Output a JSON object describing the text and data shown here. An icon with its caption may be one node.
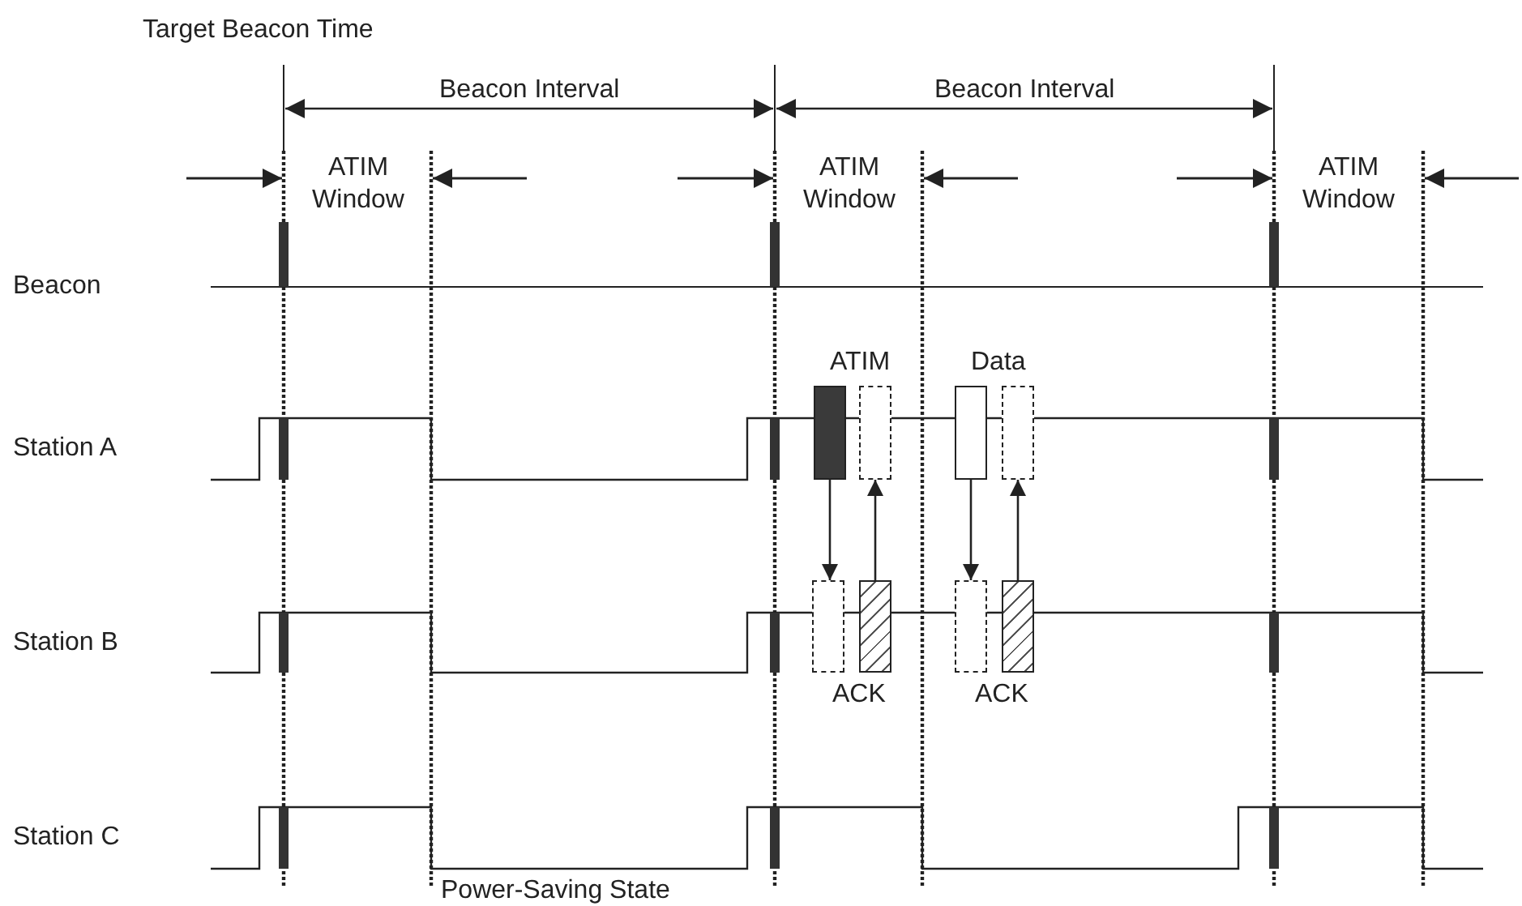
{
  "diagram": {
    "nodes": [
      {
        "text": [
          "ATIM"
        ]
      },
      {
        "text": [],
        "shape": "box"
      },
      {
        "text": [
          "Data"
        ]
      },
      {
        "text": [],
        "shape": "box"
      },
      {
        "text": [],
        "shape": "box"
      },
      {
        "text": [
          "ACK"
        ]
      },
      {
        "text": [],
        "shape": "box"
      },
      {
        "text": [
          "ACK"
        ]
      }
    ],
    "edges": [
      {
        "from": 0,
        "to": 4,
        "arrow": "to"
      },
      {
        "from": 5,
        "to": 1,
        "arrow": "to"
      },
      {
        "from": 2,
        "to": 6,
        "arrow": "to"
      },
      {
        "from": 7,
        "to": 3,
        "arrow": "to"
      }
    ],
    "labels": [
      "Target Beacon Time",
      "Beacon Interval",
      "Beacon Interval",
      "ATIM Window",
      "ATIM Window",
      "ATIM Window",
      "Beacon",
      "Station A",
      "Station B",
      "Station C",
      "Power-Saving State"
    ]
  }
}
